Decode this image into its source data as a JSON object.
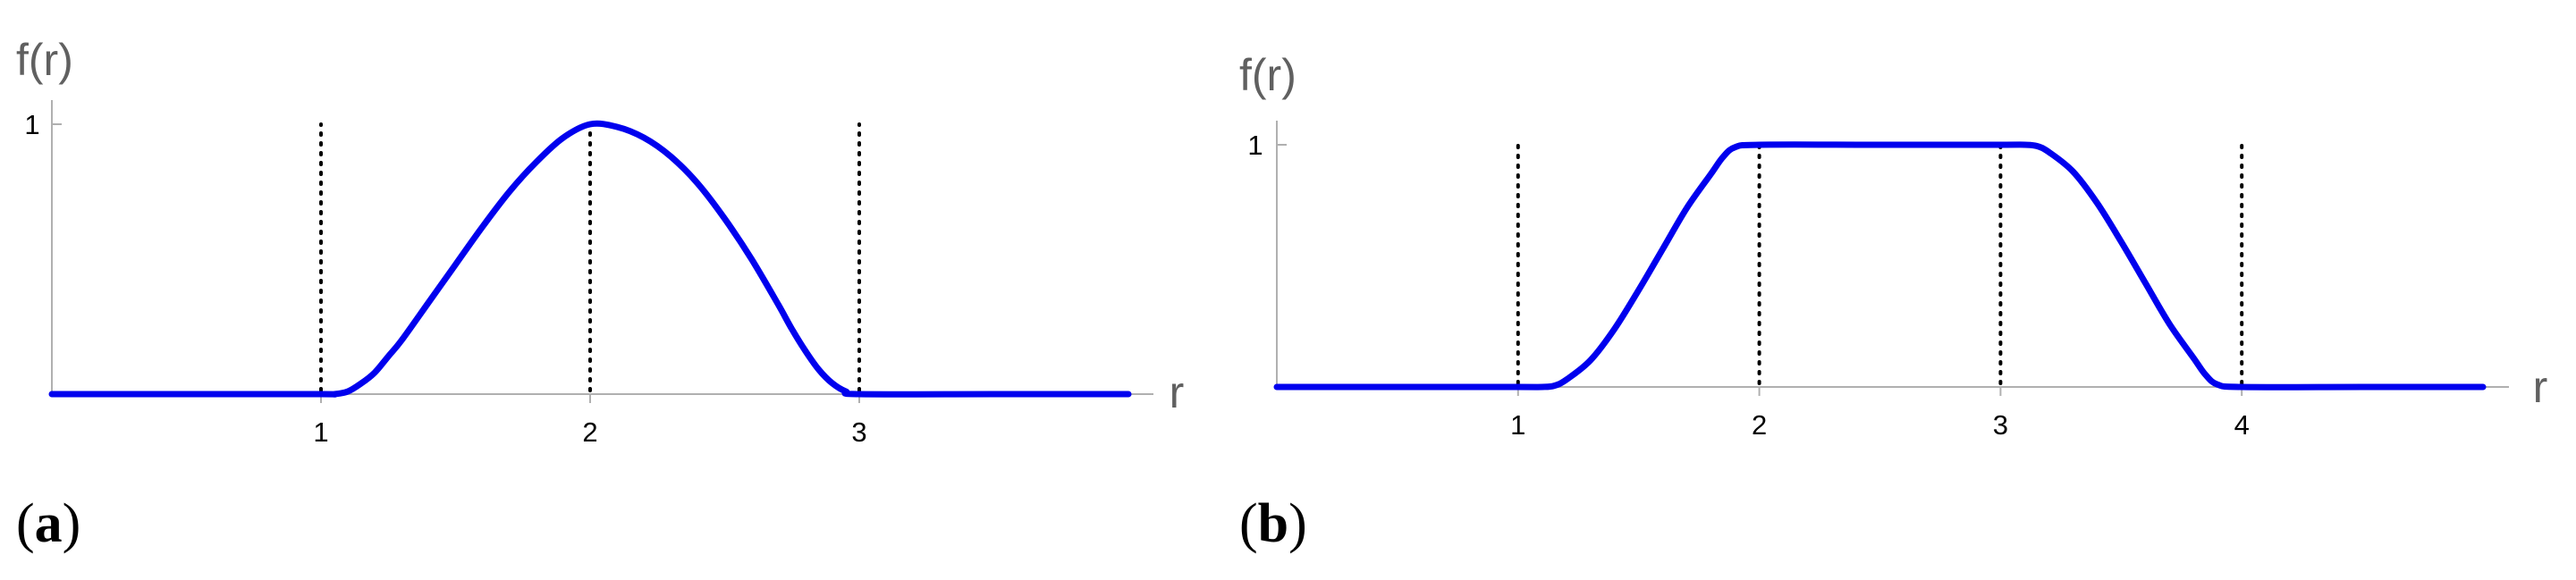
{
  "chart_data": [
    {
      "type": "line",
      "panel_label_open": "(",
      "panel_label": "a",
      "panel_label_close": ")",
      "ylabel": "f(r)",
      "xlabel": "r",
      "xlim": [
        0,
        4
      ],
      "ylim": [
        0,
        1
      ],
      "xticks": [
        1,
        2,
        3
      ],
      "yticks": [
        1
      ],
      "reference_lines_x": [
        1,
        2,
        3
      ],
      "color": "#0000ee",
      "series": [
        {
          "x": [
            0,
            0.5,
            1,
            1.05,
            1.1,
            1.15,
            1.2,
            1.25,
            1.3,
            1.4,
            1.5,
            1.6,
            1.7,
            1.8,
            1.9,
            2,
            2.1,
            2.2,
            2.3,
            2.4,
            2.5,
            2.6,
            2.7,
            2.75,
            2.8,
            2.85,
            2.9,
            2.95,
            3,
            3.5,
            4
          ],
          "y": [
            0,
            0,
            0,
            0,
            0.01,
            0.04,
            0.08,
            0.14,
            0.2,
            0.34,
            0.48,
            0.62,
            0.75,
            0.86,
            0.95,
            1,
            0.99,
            0.95,
            0.88,
            0.78,
            0.65,
            0.5,
            0.33,
            0.24,
            0.16,
            0.09,
            0.04,
            0.01,
            0,
            0,
            0
          ]
        }
      ]
    },
    {
      "type": "line",
      "panel_label_open": "(",
      "panel_label": "b",
      "panel_label_close": ")",
      "ylabel": "f(r)",
      "xlabel": "r",
      "xlim": [
        0,
        5
      ],
      "ylim": [
        0,
        1
      ],
      "xticks": [
        1,
        2,
        3,
        4
      ],
      "yticks": [
        1
      ],
      "reference_lines_x": [
        1,
        2,
        3,
        4
      ],
      "color": "#0000ee",
      "series": [
        {
          "x": [
            0,
            0.5,
            1,
            1.1,
            1.15,
            1.2,
            1.3,
            1.4,
            1.5,
            1.6,
            1.7,
            1.8,
            1.85,
            1.9,
            2,
            2.5,
            3,
            3.1,
            3.15,
            3.2,
            3.3,
            3.4,
            3.5,
            3.6,
            3.7,
            3.8,
            3.85,
            3.9,
            4,
            4.5,
            5
          ],
          "y": [
            0,
            0,
            0,
            0,
            0.005,
            0.03,
            0.11,
            0.24,
            0.4,
            0.57,
            0.74,
            0.88,
            0.95,
            0.99,
            1,
            1,
            1,
            1,
            0.995,
            0.97,
            0.89,
            0.76,
            0.6,
            0.43,
            0.26,
            0.12,
            0.05,
            0.01,
            0,
            0,
            0
          ]
        }
      ]
    }
  ]
}
